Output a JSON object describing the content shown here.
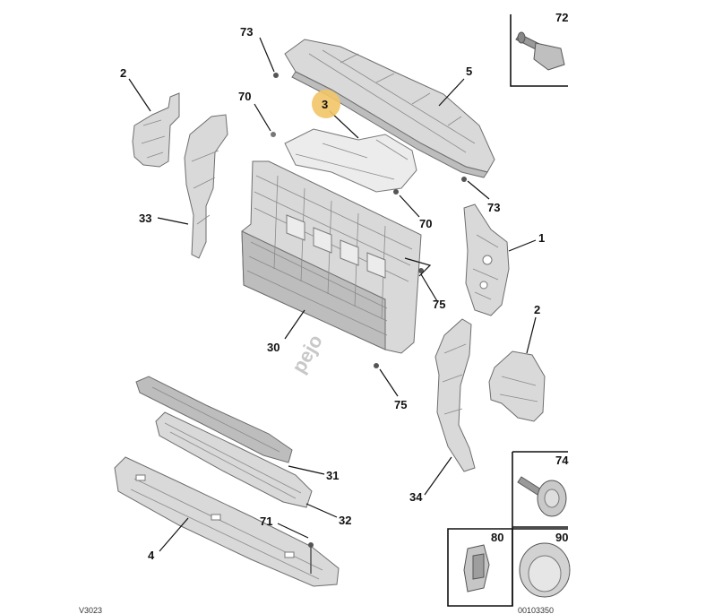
{
  "callouts": {
    "c73a": "73",
    "c5": "5",
    "c2a": "2",
    "c70a": "70",
    "c3": "3",
    "c73b": "73",
    "c33": "33",
    "c70b": "70",
    "c1": "1",
    "c75a": "75",
    "c2b": "2",
    "c30": "30",
    "c75b": "75",
    "c31": "31",
    "c32": "32",
    "c34": "34",
    "c71": "71",
    "c4": "4"
  },
  "insets": {
    "i72": "72",
    "i74": "74",
    "i80": "80",
    "i90": "90"
  },
  "watermark": "pejo",
  "footer": {
    "left_ref": "V3023",
    "right_ref": "00103350"
  },
  "highlight_color": "#f2c466"
}
